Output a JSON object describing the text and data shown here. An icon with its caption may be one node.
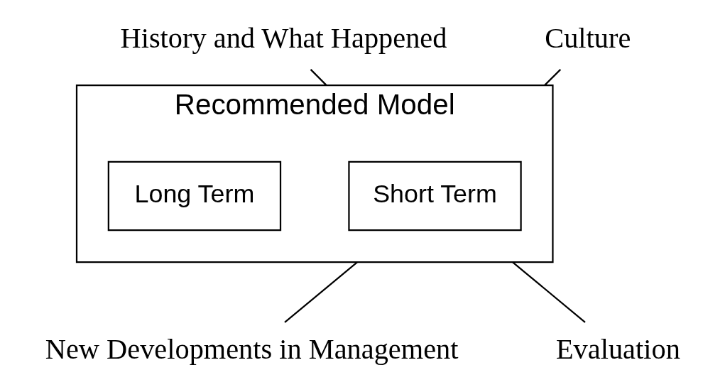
{
  "diagram": {
    "nodes": [
      {
        "text": [
          "Recommended Model"
        ]
      },
      {
        "text": [
          "Short Term"
        ],
        "in": 0
      },
      {
        "text": [
          "Long Term"
        ],
        "in": 0
      },
      {
        "text": [
          "History and What Happened"
        ]
      },
      {
        "text": [
          "Culture"
        ]
      },
      {
        "text": [
          "New Developments in Management"
        ]
      },
      {
        "text": [
          "Evaluation"
        ]
      }
    ],
    "edges": [
      {
        "from": 3,
        "to": 0,
        "arrow": "none"
      },
      {
        "from": 4,
        "to": 0,
        "arrow": "none"
      },
      {
        "from": 0,
        "to": 5,
        "arrow": "none"
      },
      {
        "from": 0,
        "to": 6,
        "arrow": "none"
      }
    ]
  }
}
